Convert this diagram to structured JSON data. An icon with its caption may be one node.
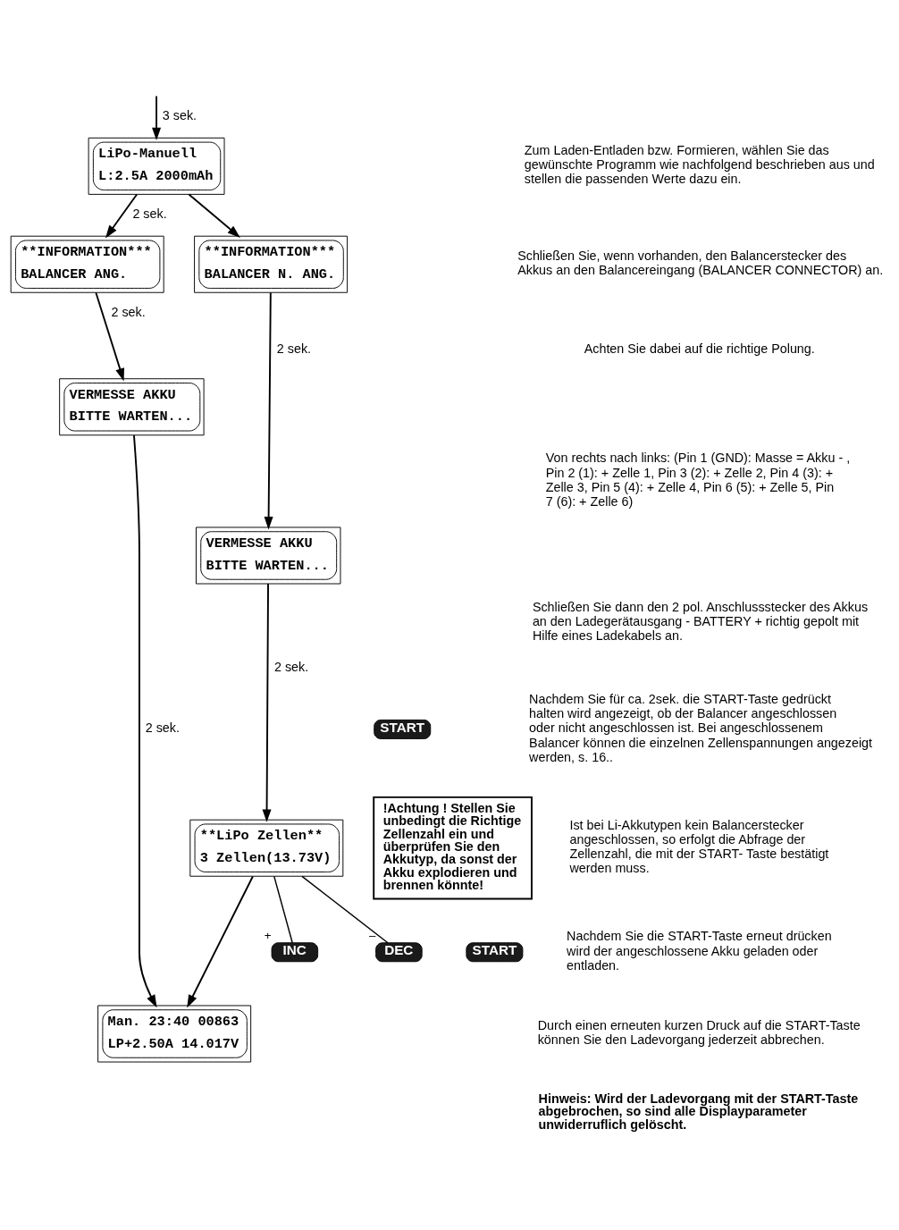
{
  "diagram": {
    "nodes": [
      {
        "text": [
          "LiPo-Manuell",
          "L:2.5A 2000mAh"
        ]
      },
      {
        "text": [
          "START"
        ]
      },
      {
        "text": [
          "**INFORMATION***",
          "BALANCER ANG."
        ]
      },
      {
        "text": [
          "**INFORMATION***",
          "BALANCER N. ANG."
        ]
      },
      {
        "text": [
          "VERMESSE AKKU",
          "BITTE WARTEN..."
        ]
      },
      {
        "text": [
          "VERMESSE AKKU",
          "BITTE WARTEN..."
        ]
      },
      {
        "text": [
          "**LiPo Zellen**",
          "3 Zellen(13.73V)"
        ]
      },
      {
        "text": [
          "INC"
        ],
        "beside": [
          "+"
        ]
      },
      {
        "text": [
          "DEC"
        ],
        "beside": [
          "–"
        ]
      },
      {
        "text": [
          "START"
        ]
      },
      {
        "text": [
          "Man. 23:40 00863",
          "LP+2.50A 14.017V"
        ]
      },
      {
        "text": [
          "!Achtung ! Stellen Sie unbedingt die Richtige Zellenzahl ein und überprüfen Sie den Akkutyp, da sonst der Akku explodieren und brennen könnte!"
        ]
      }
    ],
    "edges": [
      {
        "from": null,
        "to": 0,
        "arrow": "to",
        "label": "3 sek."
      },
      {
        "from": 0,
        "to": 2,
        "arrow": "to",
        "label": "2 sek."
      },
      {
        "from": 0,
        "to": 3,
        "arrow": "to"
      },
      {
        "from": 2,
        "to": 4,
        "arrow": "to",
        "label": "2 sek."
      },
      {
        "from": 3,
        "to": 5,
        "arrow": "to",
        "label": "2 sek."
      },
      {
        "from": 5,
        "to": 6,
        "arrow": "to",
        "label": "2 sek."
      },
      {
        "from": 7,
        "to": 6,
        "arrow": "none"
      },
      {
        "from": 8,
        "to": 6,
        "arrow": "none"
      },
      {
        "from": 4,
        "to": 10,
        "arrow": "to",
        "label": "2 sek."
      },
      {
        "from": 6,
        "to": 10,
        "arrow": "to"
      }
    ],
    "labels": [
      "Zum Laden-Entladen bzw. Formieren, wählen Sie das gewünschte Programm wie nachfolgend beschrieben aus und stellen die passenden Werte dazu ein.",
      "Schließen Sie, wenn vorhanden, den Balancerstecker des Akkus an den Balancereingang (BALANCER CONNECTOR) an.",
      "Achten Sie dabei auf die richtige Polung.",
      "Von rechts nach links: (Pin 1 (GND): Masse = Akku - , Pin 2 (1): + Zelle 1, Pin 3 (2): + Zelle 2, Pin 4 (3): + Zelle 3, Pin 5 (4): + Zelle 4, Pin 6 (5): + Zelle 5, Pin 7 (6): + Zelle 6)",
      "Schließen Sie dann den 2 pol. Anschlussstecker des Akkus an den Ladegerätausgang - BATTERY + richtig gepolt mit Hilfe eines Ladekabels an.",
      "Nachdem Sie für ca. 2sek. die START-Taste gedrückt halten wird angezeigt, ob der Balancer angeschlossen oder nicht angeschlossen ist. Bei angeschlossenem Balancer können die einzelnen Zellenspannungen angezeigt werden, s. 16..",
      "Ist bei Li-Akkutypen kein Balancerstecker angeschlossen, so erfolgt die Abfrage der Zellenzahl, die mit der START- Taste bestätigt werden muss.",
      "Nachdem Sie die START-Taste erneut drücken wird der angeschlossene Akku geladen oder entladen.",
      "Durch einen erneuten kurzen Druck auf die START-Taste können Sie den Ladevorgang jederzeit abbrechen.",
      "Hinweis: Wird der Ladevorgang mit der START-Taste abgebrochen, so sind alle Displayparameter unwiderruflich gelöscht."
    ]
  }
}
